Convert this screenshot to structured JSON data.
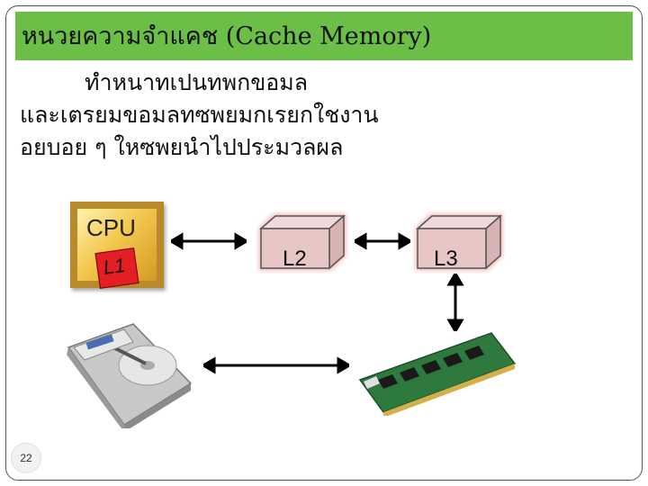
{
  "slide": {
    "title": "หนวยความจำแคช   (Cache Memory)",
    "body_lines": [
      "ทำหนาทเปนทพกขอมล",
      "และเตรยมขอมลทซพยมกเรยกใชงาน",
      "อยบอย     ๆ ใหซพยนำไปประมวลผล"
    ],
    "cpu_label": "CPU",
    "l1_label": "L1",
    "l2_label": "L2",
    "l3_label": "L3",
    "page_number": "22"
  },
  "colors": {
    "title_bar": "#6bbf47",
    "cache_box": "#e2a9a9",
    "l1_chip": "#e31e24"
  },
  "icons": [
    "cpu-icon",
    "hard-disk-icon",
    "ram-module-icon",
    "double-arrow-icon"
  ]
}
